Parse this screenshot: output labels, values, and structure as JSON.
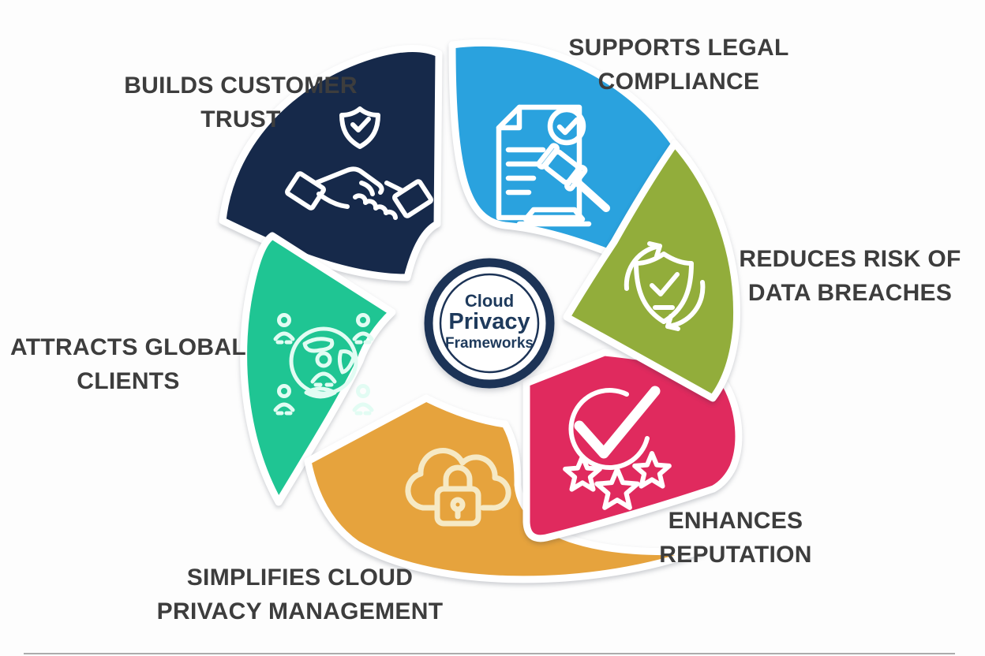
{
  "center_badge": {
    "line1": "Cloud",
    "line2": "Privacy",
    "line3": "Frameworks",
    "ring_color": "#1c3356",
    "fill": "#ffffff",
    "text_color": "#1e3a5c"
  },
  "label_color": "#3d3d3d",
  "segments": [
    {
      "id": "supports-legal-compliance",
      "label": "SUPPORTS LEGAL\nCOMPLIANCE",
      "color": "#2aa2de",
      "icon": "legal-document-gavel-icon",
      "icon_color": "#ffffff"
    },
    {
      "id": "reduces-risk-of-data-breaches",
      "label": "REDUCES RISK OF\nDATA BREACHES",
      "color": "#92ad3b",
      "icon": "shield-verification-sync-icon",
      "icon_color": "#ffffff"
    },
    {
      "id": "enhances-reputation",
      "label": "ENHANCES\nREPUTATION",
      "color": "#e02a5e",
      "icon": "rating-stars-check-icon",
      "icon_color": "#ffffff"
    },
    {
      "id": "simplifies-cloud-privacy-management",
      "label": "SIMPLIFIES CLOUD\nPRIVACY MANAGEMENT",
      "color": "#e6a33d",
      "icon": "cloud-lock-icon",
      "icon_color": "#f6e9c4"
    },
    {
      "id": "attracts-global-clients",
      "label": "ATTRACTS GLOBAL\nCLIENTS",
      "color": "#1fc593",
      "icon": "global-clients-icon",
      "icon_color": "#e2fcf3"
    },
    {
      "id": "builds-customer-trust",
      "label": "BUILDS CUSTOMER\nTRUST",
      "color": "#16294a",
      "icon": "trust-handshake-icon",
      "icon_color": "#ffffff"
    }
  ]
}
